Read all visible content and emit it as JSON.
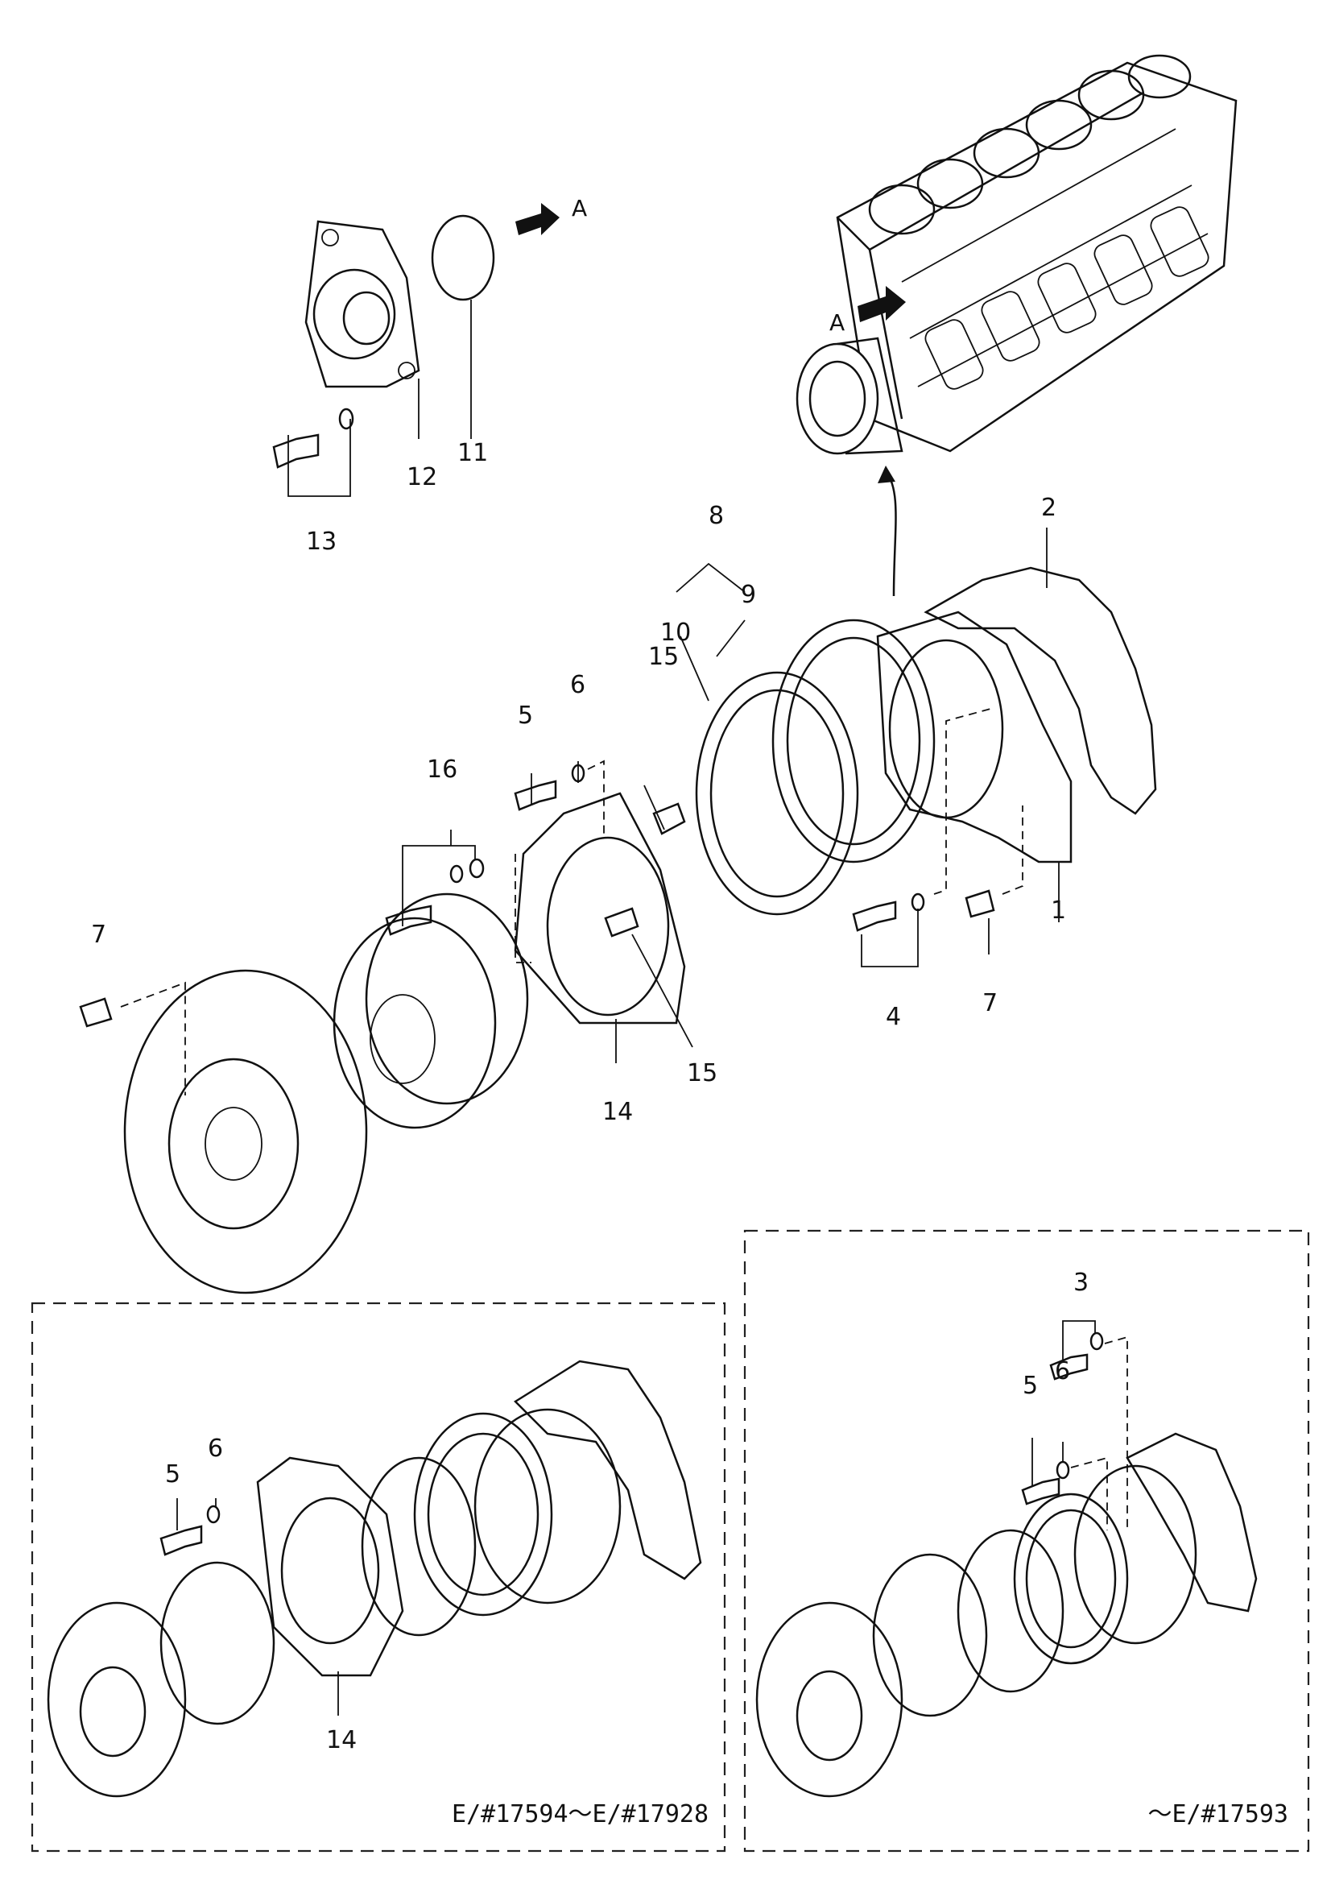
{
  "diagram": {
    "callouts": {
      "c1": "1",
      "c2": "2",
      "c3": "3",
      "c4": "4",
      "c5": "5",
      "c5b": "5",
      "c5c": "5",
      "c6": "6",
      "c6b": "6",
      "c6c": "6",
      "c7a": "7",
      "c7b": "7",
      "c8": "8",
      "c9": "9",
      "c10": "10",
      "c11": "11",
      "c12": "12",
      "c13": "13",
      "c14": "14",
      "c14b": "14",
      "c15a": "15",
      "c15b": "15",
      "c16": "16"
    },
    "view_marks": {
      "arrow_a_top": "A",
      "arrow_a_engine": "A"
    },
    "captions": {
      "left_box": "E/#17594～E/#17928",
      "right_box": "～E/#17593"
    }
  }
}
